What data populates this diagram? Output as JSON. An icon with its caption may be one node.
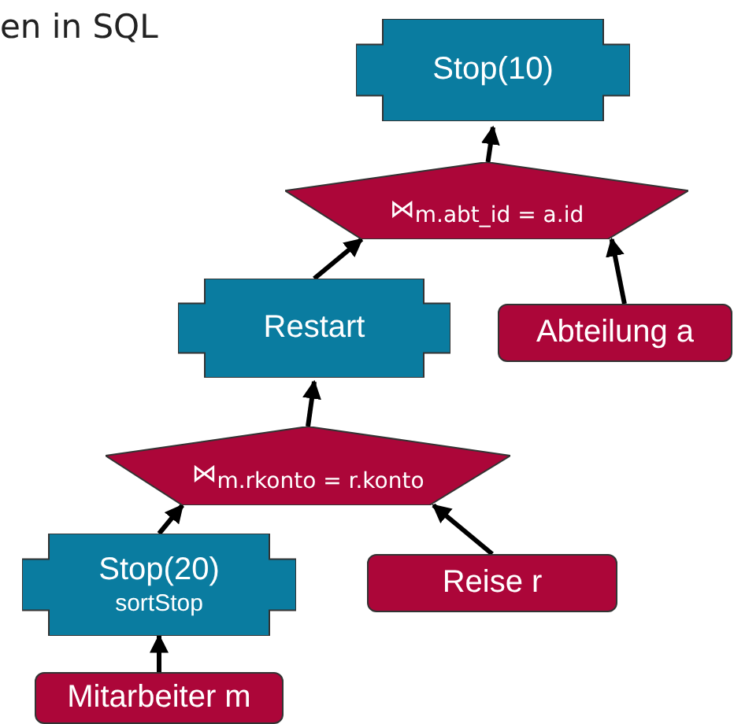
{
  "diagram": {
    "nodes": [
      {
        "text": [
          "Stop(10)"
        ]
      },
      {
        "text": [
          "⋈$_{m.abt_id = a.id}$"
        ]
      },
      {
        "text": [
          "Restart"
        ]
      },
      {
        "text": [
          "Abteilung a"
        ]
      },
      {
        "text": [
          "⋈$_{m.rkonto = r.konto}$"
        ]
      },
      {
        "text": [
          "Stop(20)",
          "sortStop"
        ]
      },
      {
        "text": [
          "Reise r"
        ]
      },
      {
        "text": [
          "Mitarbeiter m"
        ]
      }
    ],
    "edges": [
      {
        "from": 1,
        "to": 0,
        "arrow": "to"
      },
      {
        "from": 2,
        "to": 1,
        "arrow": "to"
      },
      {
        "from": 3,
        "to": 1,
        "arrow": "to"
      },
      {
        "from": 4,
        "to": 2,
        "arrow": "to"
      },
      {
        "from": 5,
        "to": 4,
        "arrow": "to"
      },
      {
        "from": 6,
        "to": 4,
        "arrow": "to"
      },
      {
        "from": 7,
        "to": 5,
        "arrow": "to"
      }
    ],
    "labels": [
      "en in SQL"
    ]
  }
}
